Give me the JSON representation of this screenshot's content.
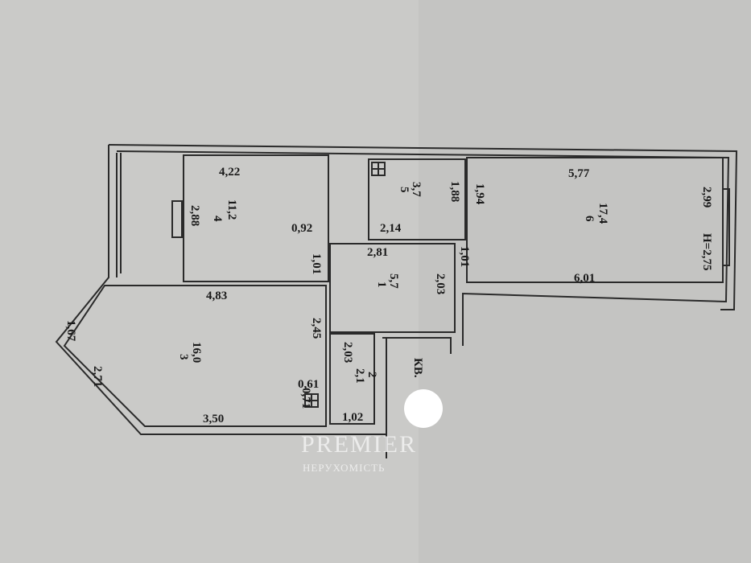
{
  "rooms": [
    {
      "number": "1",
      "area": "5,7"
    },
    {
      "number": "2",
      "area": "2,1"
    },
    {
      "number": "3",
      "area": "16,0"
    },
    {
      "number": "4",
      "area": "11,2"
    },
    {
      "number": "5",
      "area": "3,7"
    },
    {
      "number": "6",
      "area": "17,4"
    }
  ],
  "dimensions": {
    "r4_width": "4,22",
    "r4_height": "2,88",
    "r4_door": "0,92",
    "r4_wall": "1,01",
    "r5_width": "2,14",
    "r5_height": "1,88",
    "r6_top": "5,77",
    "r6_left": "1,94",
    "r6_right": "2,99",
    "ceiling": "H=2,75",
    "r6_bottom": "6,01",
    "r1_width": "2,81",
    "r1_right": "1,01",
    "r1_height": "2,03",
    "r3_top": "4,83",
    "r3_right": "2,45",
    "r3_diag": "1,67",
    "r3_left": "2,71",
    "r3_bottom": "3,50",
    "r2_height": "2,03",
    "r2_width": "1,02",
    "shaft_w": "0,61",
    "shaft_h": "0,71"
  },
  "apartment_label": "КВ.",
  "watermark": {
    "brand": "PREMIER",
    "sub": "НЕРУХОМІСТЬ"
  }
}
